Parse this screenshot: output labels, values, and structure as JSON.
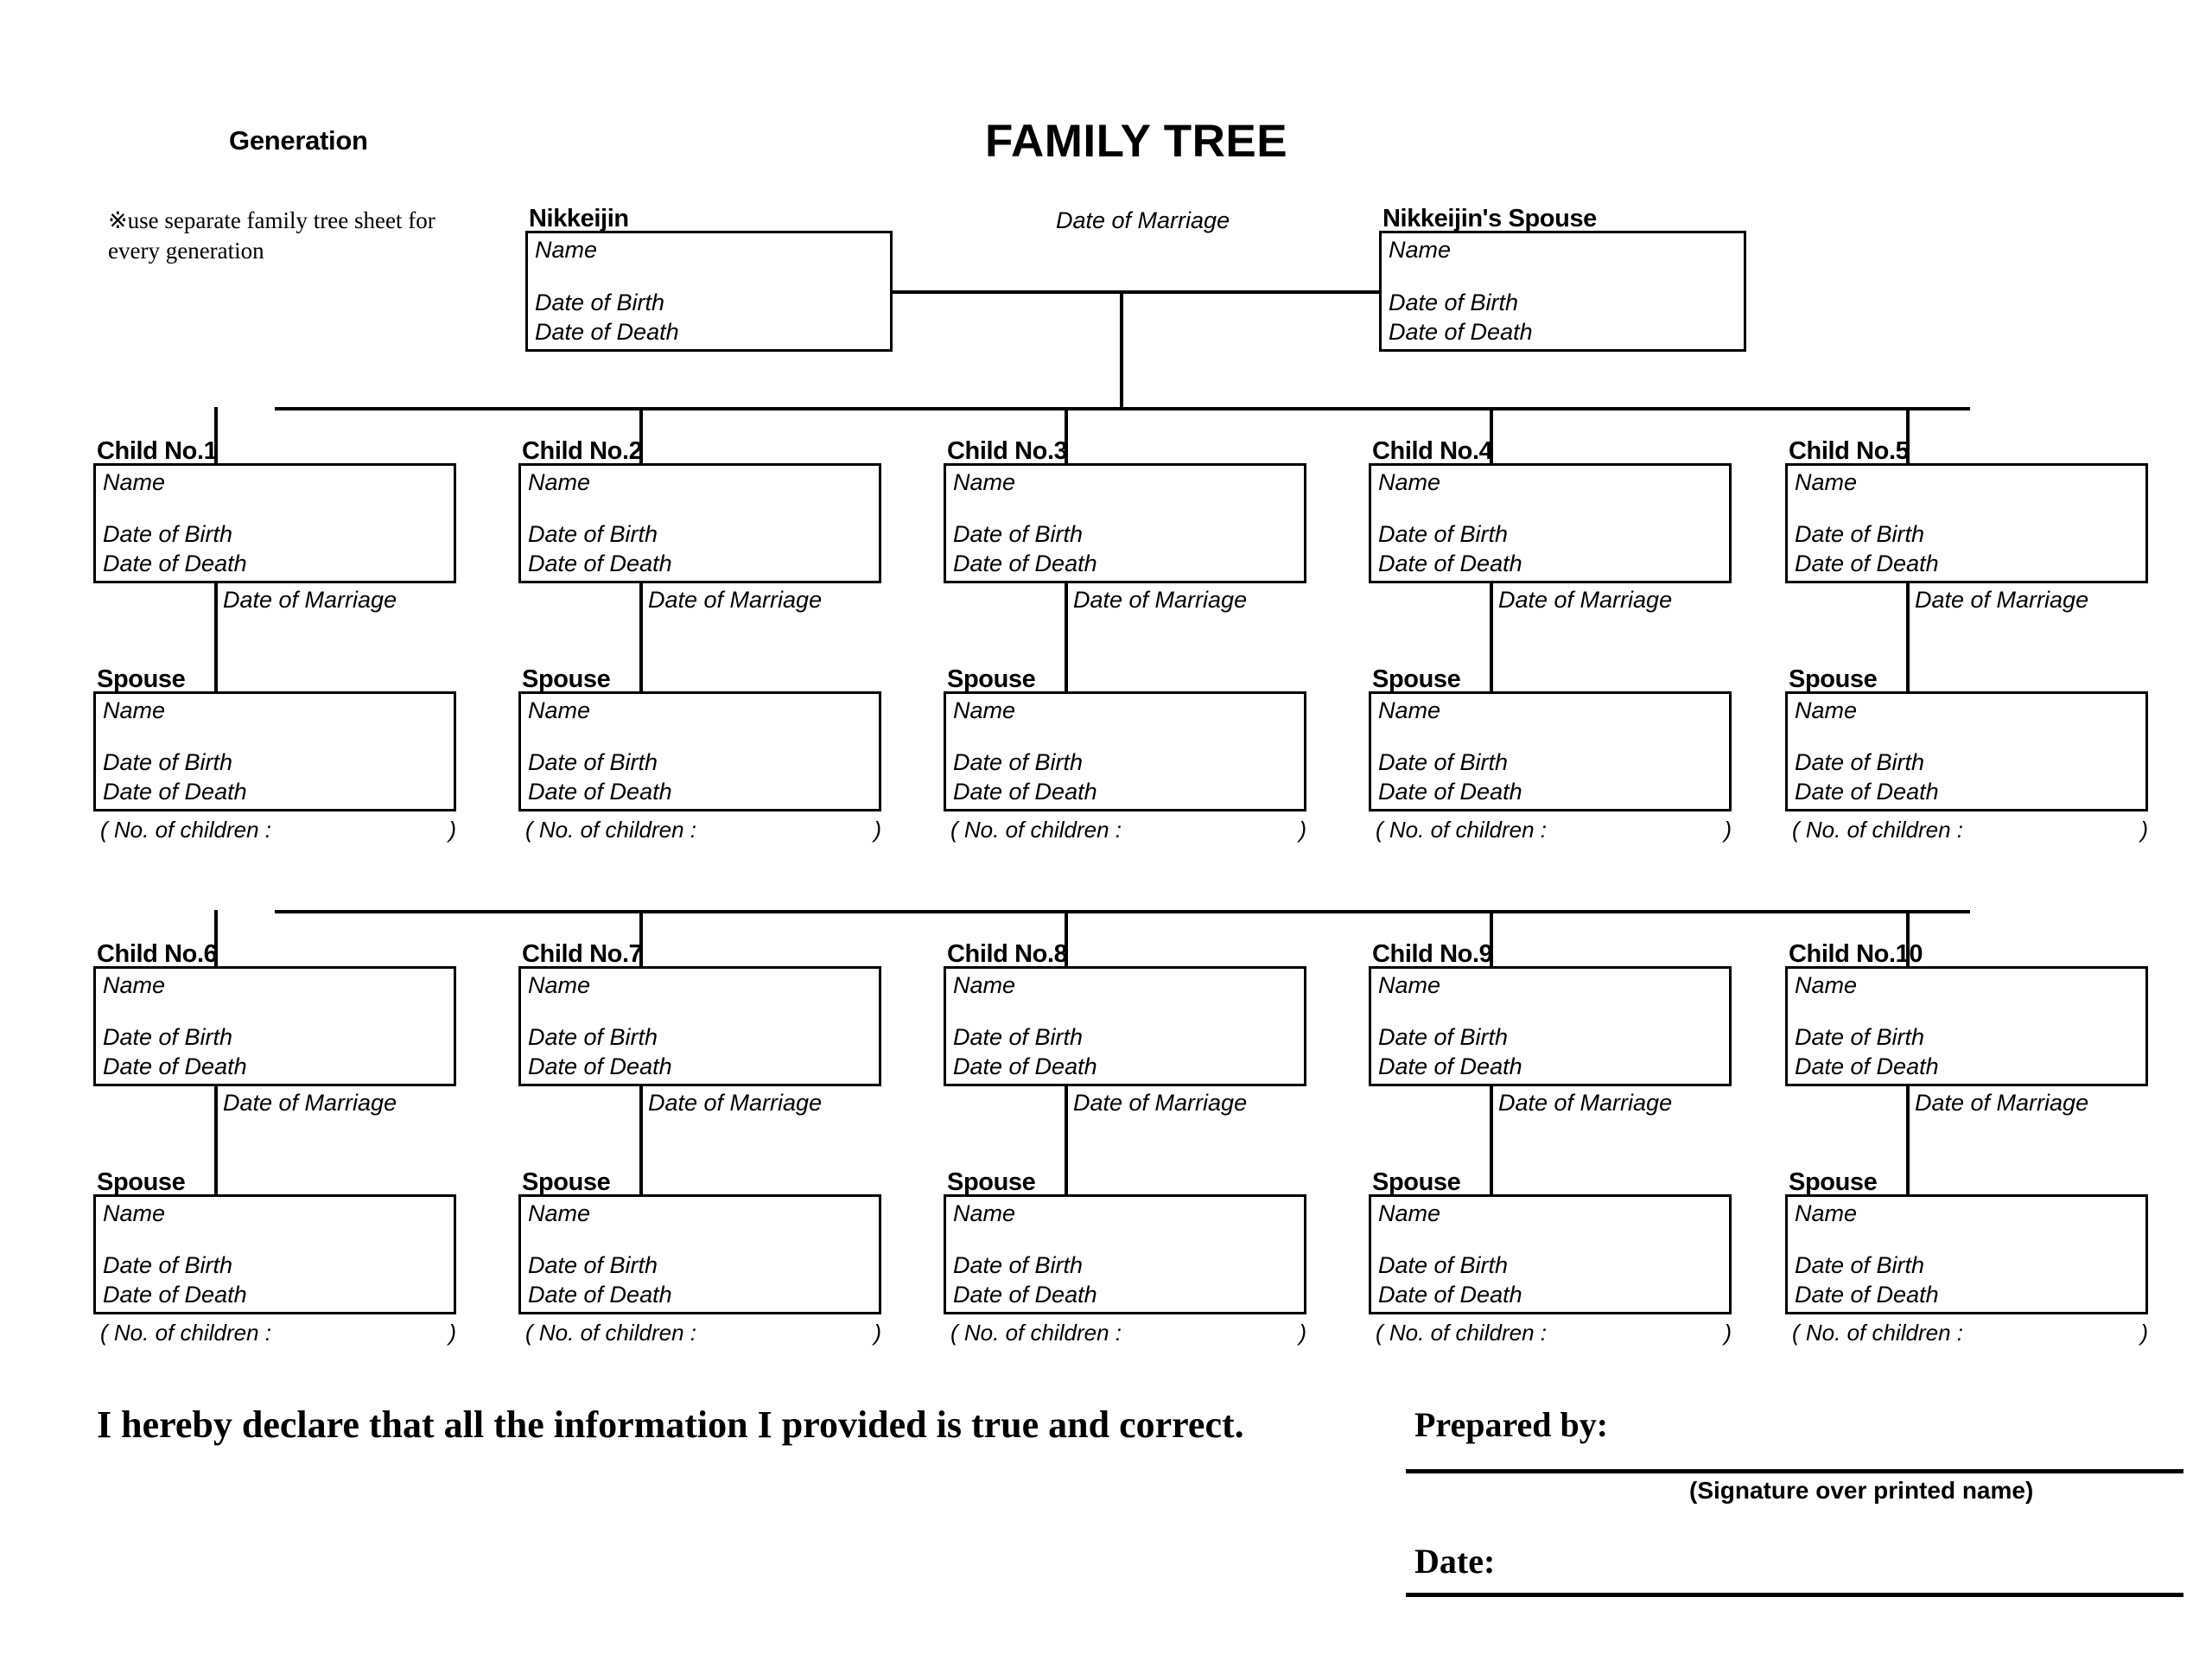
{
  "page": {
    "title": "FAMILY TREE",
    "generation_label": "Generation",
    "note": "※use separate family tree sheet for every generation"
  },
  "fields": {
    "name": "Name",
    "date_of_birth": "Date of Birth",
    "date_of_death": "Date of Death",
    "date_of_marriage": "Date of Marriage",
    "no_of_children_open": "( No. of children :",
    "no_of_children_close": ")"
  },
  "top": {
    "nikkeijin_label": "Nikkeijin",
    "spouse_label": "Nikkeijin's Spouse",
    "marriage_label": "Date of Marriage"
  },
  "spouse_label": "Spouse",
  "children": [
    {
      "label": "Child No.1"
    },
    {
      "label": "Child No.2"
    },
    {
      "label": "Child No.3"
    },
    {
      "label": "Child No.4"
    },
    {
      "label": "Child No.5"
    },
    {
      "label": "Child No.6"
    },
    {
      "label": "Child No.7"
    },
    {
      "label": "Child No.8"
    },
    {
      "label": "Child No.9"
    },
    {
      "label": "Child No.10"
    }
  ],
  "footer": {
    "declaration": "I hereby declare that all the information I provided is true and correct.",
    "prepared_by": "Prepared by:",
    "signature_caption": "(Signature over printed name)",
    "date": "Date:"
  }
}
